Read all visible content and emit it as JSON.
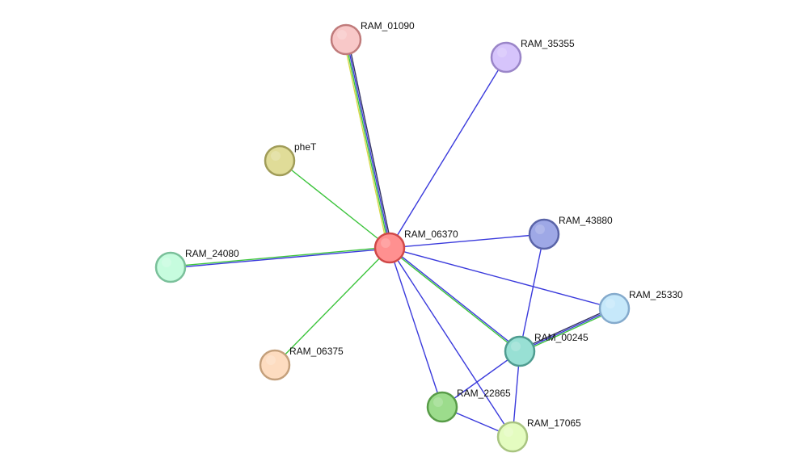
{
  "network": {
    "center": "RAM_06370",
    "nodes": [
      {
        "id": "RAM_01090",
        "label": "RAM_01090",
        "fill": "#f8c8c8",
        "stroke": "#c07b7b"
      },
      {
        "id": "RAM_35355",
        "label": "RAM_35355",
        "fill": "#d6c4fb",
        "stroke": "#9a85c8"
      },
      {
        "id": "pheT",
        "label": "pheT",
        "fill": "#e0dc98",
        "stroke": "#a09c58"
      },
      {
        "id": "RAM_06370",
        "label": "RAM_06370",
        "fill": "#ff9090",
        "stroke": "#d04848"
      },
      {
        "id": "RAM_43880",
        "label": "RAM_43880",
        "fill": "#9ea8e6",
        "stroke": "#5a64a8"
      },
      {
        "id": "RAM_24080",
        "label": "RAM_24080",
        "fill": "#c6fcde",
        "stroke": "#7ac09a"
      },
      {
        "id": "RAM_25330",
        "label": "RAM_25330",
        "fill": "#c6e8fa",
        "stroke": "#84aacc"
      },
      {
        "id": "RAM_00245",
        "label": "RAM_00245",
        "fill": "#98e0d4",
        "stroke": "#4e9c90"
      },
      {
        "id": "RAM_06375",
        "label": "RAM_06375",
        "fill": "#fddcc0",
        "stroke": "#c4a07c"
      },
      {
        "id": "RAM_22865",
        "label": "RAM_22865",
        "fill": "#9cdc8c",
        "stroke": "#589c48"
      },
      {
        "id": "RAM_17065",
        "label": "RAM_17065",
        "fill": "#e4fcc0",
        "stroke": "#a8c480"
      }
    ],
    "edge_colors": {
      "blue": "#3a3adc",
      "green": "#3cc43c",
      "yellow": "#d8d848",
      "dark": "#333366"
    },
    "edges": [
      {
        "source": "RAM_06370",
        "target": "RAM_01090",
        "colors": [
          "yellow",
          "green",
          "blue",
          "dark"
        ]
      },
      {
        "source": "RAM_06370",
        "target": "RAM_35355",
        "colors": [
          "blue"
        ]
      },
      {
        "source": "RAM_06370",
        "target": "pheT",
        "colors": [
          "green"
        ]
      },
      {
        "source": "RAM_06370",
        "target": "RAM_43880",
        "colors": [
          "blue"
        ]
      },
      {
        "source": "RAM_06370",
        "target": "RAM_24080",
        "colors": [
          "blue",
          "green"
        ]
      },
      {
        "source": "RAM_06370",
        "target": "RAM_25330",
        "colors": [
          "blue"
        ]
      },
      {
        "source": "RAM_06370",
        "target": "RAM_00245",
        "colors": [
          "blue",
          "green"
        ]
      },
      {
        "source": "RAM_06370",
        "target": "RAM_06375",
        "colors": [
          "green"
        ]
      },
      {
        "source": "RAM_06370",
        "target": "RAM_22865",
        "colors": [
          "blue"
        ]
      },
      {
        "source": "RAM_06370",
        "target": "RAM_17065",
        "colors": [
          "blue"
        ]
      },
      {
        "source": "RAM_43880",
        "target": "RAM_00245",
        "colors": [
          "blue"
        ]
      },
      {
        "source": "RAM_25330",
        "target": "RAM_00245",
        "colors": [
          "green",
          "blue",
          "dark"
        ]
      },
      {
        "source": "RAM_00245",
        "target": "RAM_22865",
        "colors": [
          "blue"
        ]
      },
      {
        "source": "RAM_00245",
        "target": "RAM_17065",
        "colors": [
          "blue"
        ]
      },
      {
        "source": "RAM_22865",
        "target": "RAM_17065",
        "colors": [
          "blue"
        ]
      }
    ]
  }
}
